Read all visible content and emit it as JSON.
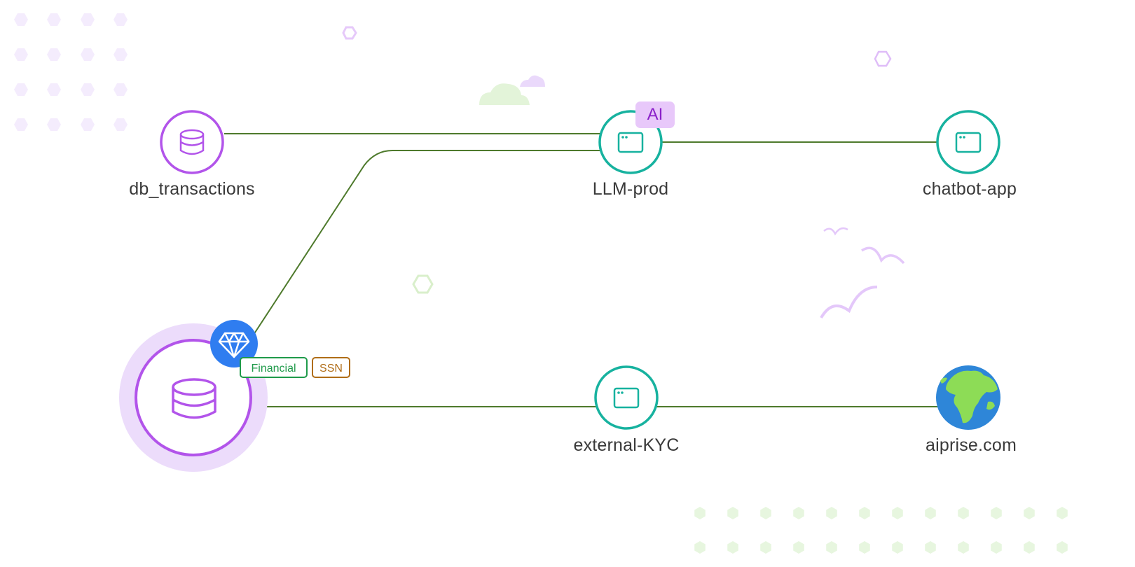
{
  "nodes": {
    "db_transactions": {
      "label": "db_transactions"
    },
    "llm_prod": {
      "label": "LLM-prod",
      "badge": "AI"
    },
    "chatbot_app": {
      "label": "chatbot-app"
    },
    "external_kyc": {
      "label": "external-KYC"
    },
    "aiprise": {
      "label": "aiprise.com"
    },
    "source_db": {
      "tags": [
        "Financial",
        "SSN"
      ]
    }
  },
  "colors": {
    "edge": "#4e7a2c",
    "db_ring": "#b254ea",
    "db_halo": "#ecdcfb",
    "app_ring": "#17b29f",
    "gem_badge": "#2f7df0",
    "ai_badge_bg": "#e8c8fa",
    "ai_badge_text": "#8a1fc9",
    "tag_financial": "#1f9a4a",
    "tag_ssn": "#b06d17",
    "globe_ocean": "#2e86d8",
    "globe_land": "#8ddc56",
    "deco_purple": "#f4ecfd",
    "deco_green": "#e7f6df"
  },
  "icons": {
    "database": "database-icon",
    "app_window": "app-window-icon",
    "diamond": "diamond-icon",
    "globe": "globe-icon"
  }
}
